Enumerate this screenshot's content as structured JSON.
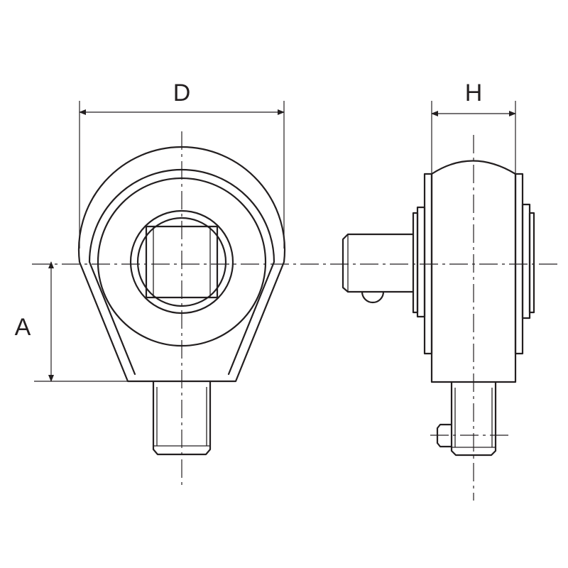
{
  "labels": {
    "d": "D",
    "h": "H",
    "a": "A"
  },
  "colors": {
    "line": "#231f20",
    "background": "#ffffff"
  }
}
